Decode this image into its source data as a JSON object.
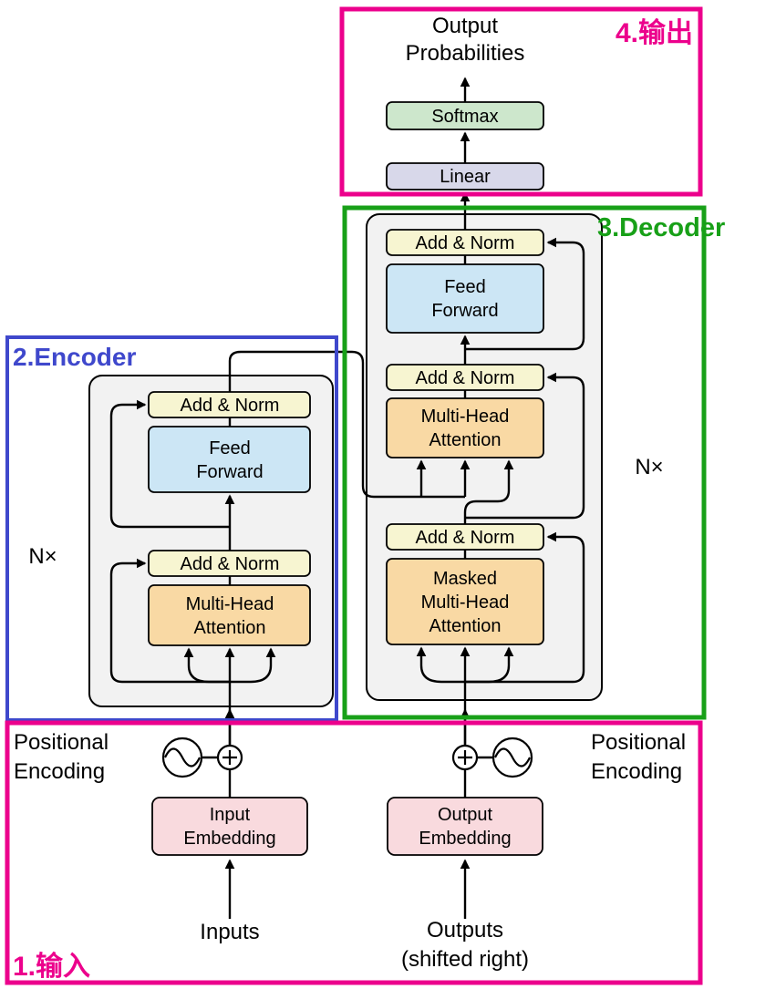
{
  "annotations": {
    "input": "1.输入",
    "encoder": "2.Encoder",
    "decoder": "3.Decoder",
    "output": "4.输出"
  },
  "colors": {
    "magenta": "#ec008c",
    "blue": "#3f48cc",
    "green": "#18a018",
    "container_gray": "#f2f2f2",
    "box_yellow": "#f7f5d1",
    "box_blue": "#cce6f5",
    "box_orange": "#f9d9a4",
    "box_pink": "#f9dade",
    "box_green": "#cde7cc",
    "box_purple": "#d8d8ea"
  },
  "output_head": {
    "probabilities_line1": "Output",
    "probabilities_line2": "Probabilities",
    "softmax": "Softmax",
    "linear": "Linear"
  },
  "encoder": {
    "nx": "N×",
    "add_norm_top": "Add & Norm",
    "ff_line1": "Feed",
    "ff_line2": "Forward",
    "add_norm_bottom": "Add & Norm",
    "mha_line1": "Multi-Head",
    "mha_line2": "Attention"
  },
  "decoder": {
    "nx": "N×",
    "add_norm_top": "Add & Norm",
    "ff_line1": "Feed",
    "ff_line2": "Forward",
    "add_norm_mid": "Add & Norm",
    "mha_line1": "Multi-Head",
    "mha_line2": "Attention",
    "add_norm_bottom": "Add & Norm",
    "masked_line1": "Masked",
    "masked_line2": "Multi-Head",
    "masked_line3": "Attention"
  },
  "embeddings": {
    "input_line1": "Input",
    "input_line2": "Embedding",
    "output_line1": "Output",
    "output_line2": "Embedding"
  },
  "positional": {
    "left_line1": "Positional",
    "left_line2": "Encoding",
    "right_line1": "Positional",
    "right_line2": "Encoding"
  },
  "io": {
    "inputs": "Inputs",
    "outputs_line1": "Outputs",
    "outputs_line2": "(shifted right)"
  }
}
